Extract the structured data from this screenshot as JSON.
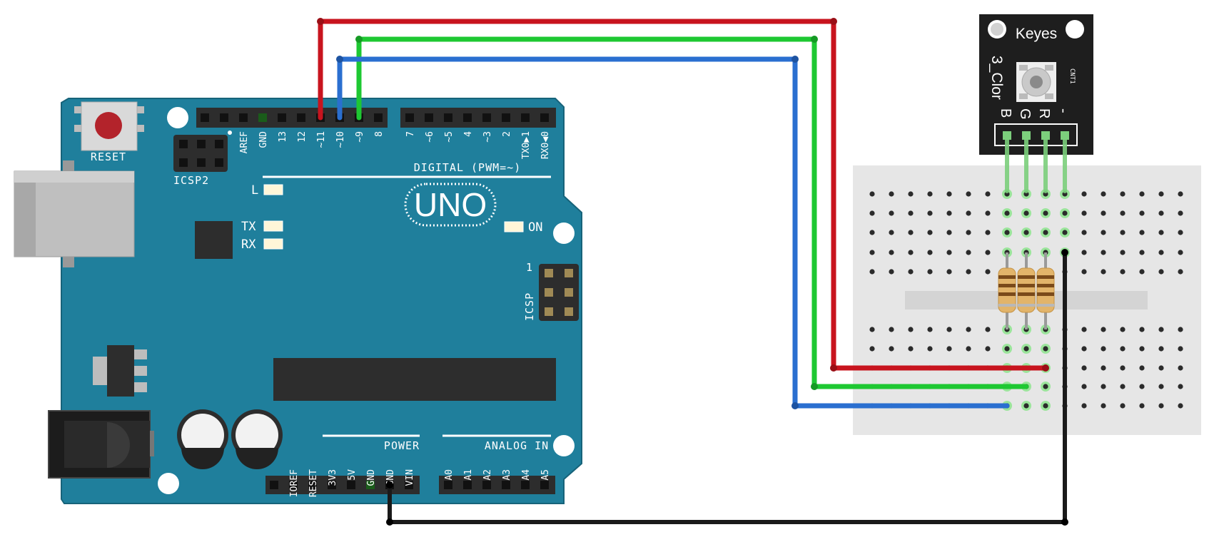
{
  "board": {
    "reset_label": "RESET",
    "icsp2_label": "ICSP2",
    "icsp_label": "ICSP",
    "icsp_pin1": "1",
    "uno_label": "UNO",
    "digital_label": "DIGITAL (PWM=~)",
    "power_label": "POWER",
    "analog_label": "ANALOG IN",
    "led_l": "L",
    "led_tx": "TX",
    "led_rx": "RX",
    "led_on": "ON",
    "digital_pins": [
      "AREF",
      "GND",
      "13",
      "12",
      "~11",
      "~10",
      "~9",
      "8",
      "7",
      "~6",
      "~5",
      "4",
      "~3",
      "2",
      "TX0▶1",
      "RX0◀0"
    ],
    "power_pins": [
      "IOREF",
      "RESET",
      "3V3",
      "5V",
      "GND",
      "GND",
      "VIN"
    ],
    "analog_pins": [
      "A0",
      "A1",
      "A2",
      "A3",
      "A4",
      "A5"
    ],
    "board_color": "#1f7f9c"
  },
  "module": {
    "brand": "Keyes",
    "name": "3_Clor",
    "part": "CNT1",
    "pins": [
      "B",
      "G",
      "R",
      "-"
    ]
  },
  "wires": {
    "red": "#c8141e",
    "green": "#1ec832",
    "blue": "#2a6fd0",
    "black": "#1a1a1a"
  }
}
